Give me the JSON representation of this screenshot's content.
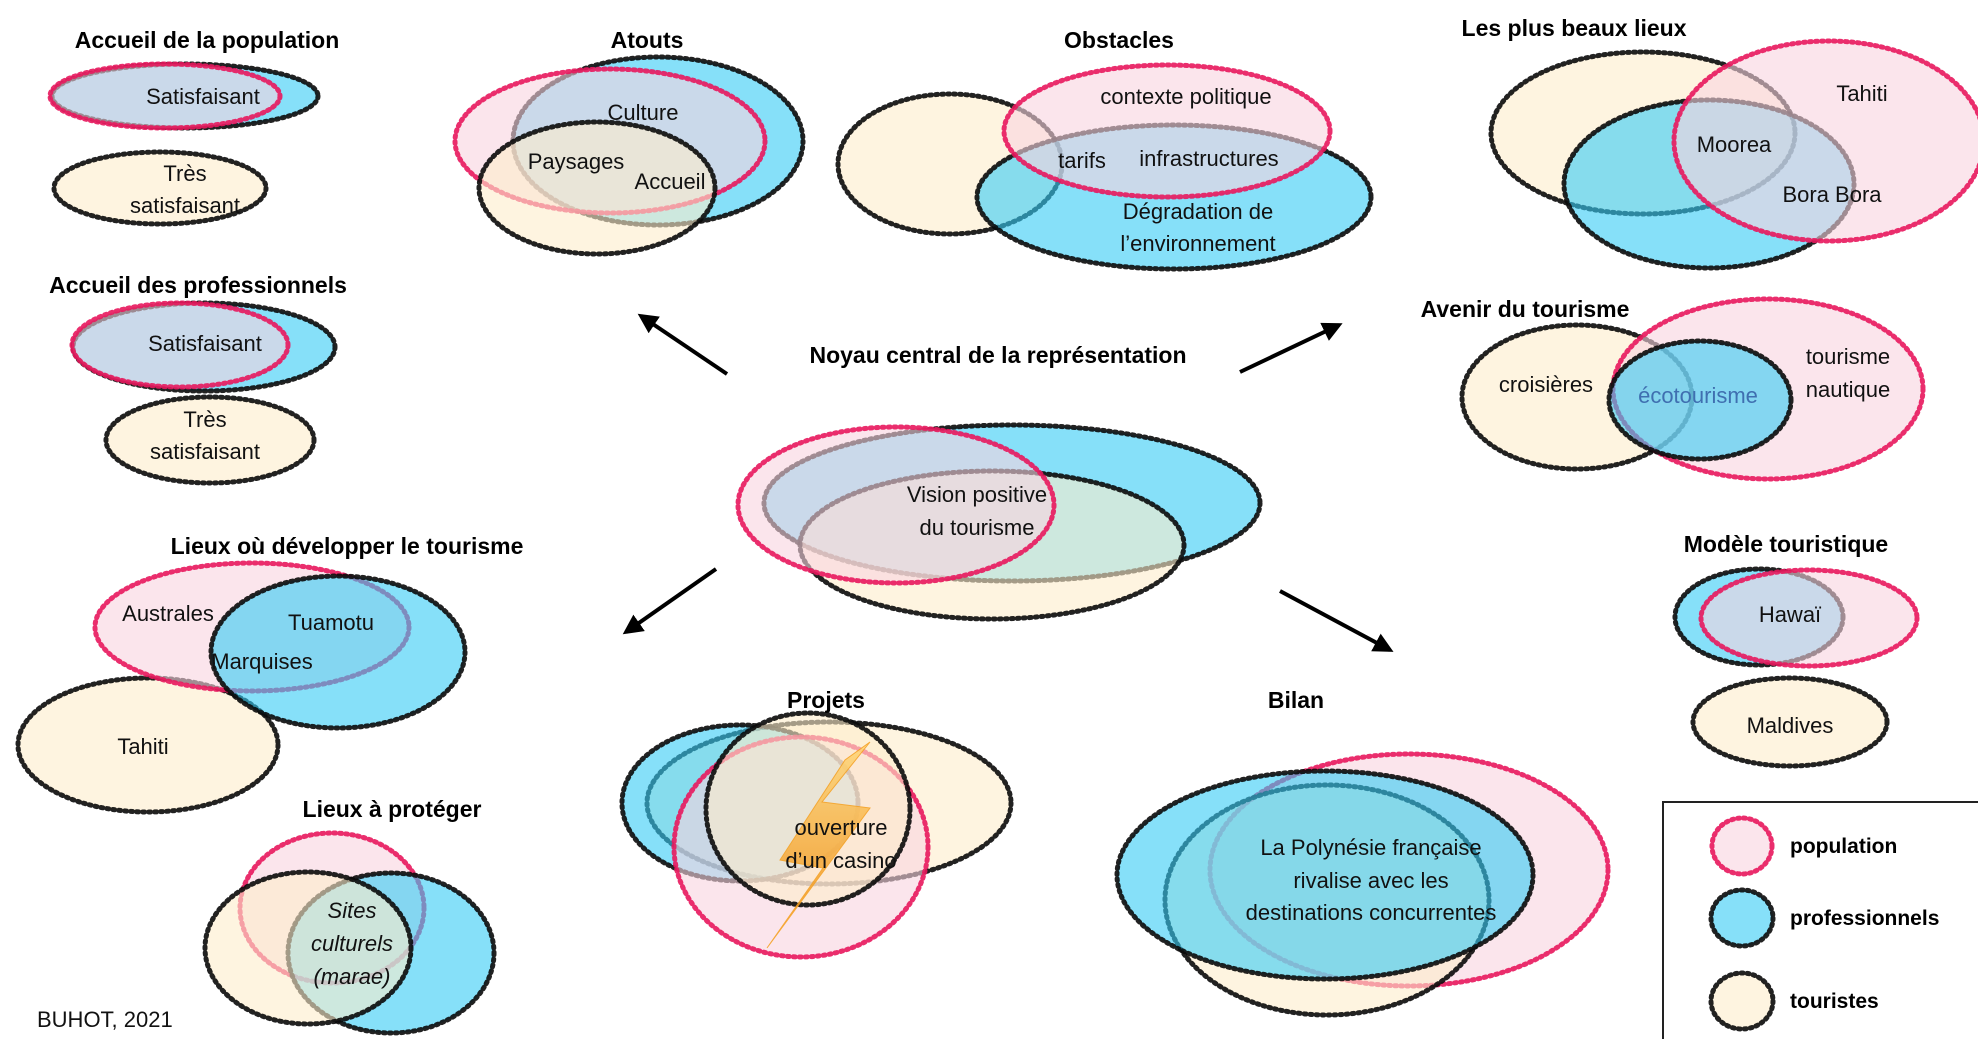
{
  "colors": {
    "population_fill": "#f8d3e0",
    "population_stroke": "#e8175d",
    "professionnels_fill": "#35cbf5",
    "professionnels_stroke": "#0a0a0a",
    "touristes_fill": "#fdeccb",
    "touristes_stroke": "#0a0a0a",
    "arrow": "#000000",
    "lightning": "#f5a020"
  },
  "center": {
    "title": "Noyau central de la représentation",
    "label_line1": "Vision positive",
    "label_line2": "du tourisme"
  },
  "blocks": {
    "accueil_population": {
      "title": "Accueil de la population",
      "satisfaisant": "Satisfaisant",
      "tres_line1": "Très",
      "tres_line2": "satisfaisant"
    },
    "accueil_professionnels": {
      "title": "Accueil des professionnels",
      "satisfaisant": "Satisfaisant",
      "tres_line1": "Très",
      "tres_line2": "satisfaisant"
    },
    "atouts": {
      "title": "Atouts",
      "culture": "Culture",
      "paysages": "Paysages",
      "accueil": "Accueil"
    },
    "obstacles": {
      "title": "Obstacles",
      "contexte": "contexte politique",
      "tarifs": "tarifs",
      "infrastructures": "infrastructures",
      "degradation_line1": "Dégradation de",
      "degradation_line2": "l’environnement"
    },
    "beaux_lieux": {
      "title": "Les plus beaux lieux",
      "tahiti": "Tahiti",
      "moorea": "Moorea",
      "bora": "Bora Bora"
    },
    "avenir": {
      "title": "Avenir du tourisme",
      "croisieres": "croisières",
      "ecotourisme": "écotourisme",
      "nautique_line1": "tourisme",
      "nautique_line2": "nautique"
    },
    "modele": {
      "title": "Modèle touristique",
      "hawai": "Hawaï",
      "maldives": "Maldives"
    },
    "lieux_developper": {
      "title": "Lieux où développer le tourisme",
      "australes": "Australes",
      "tuamotu": "Tuamotu",
      "marquises": "Marquises",
      "tahiti": "Tahiti"
    },
    "lieux_proteger": {
      "title": "Lieux à protéger",
      "line1": "Sites",
      "line2": "culturels",
      "line3": "(marae)"
    },
    "projets": {
      "title": "Projets",
      "line1": "ouverture",
      "line2": "d’un casino"
    },
    "bilan": {
      "title": "Bilan",
      "line1": "La Polynésie française",
      "line2": "rivalise avec les",
      "line3": "destinations concurrentes"
    }
  },
  "legend": [
    {
      "key": "population",
      "label": "population"
    },
    {
      "key": "professionnels",
      "label": "professionnels"
    },
    {
      "key": "touristes",
      "label": "touristes"
    }
  ],
  "credit": "BUHOT, 2021"
}
